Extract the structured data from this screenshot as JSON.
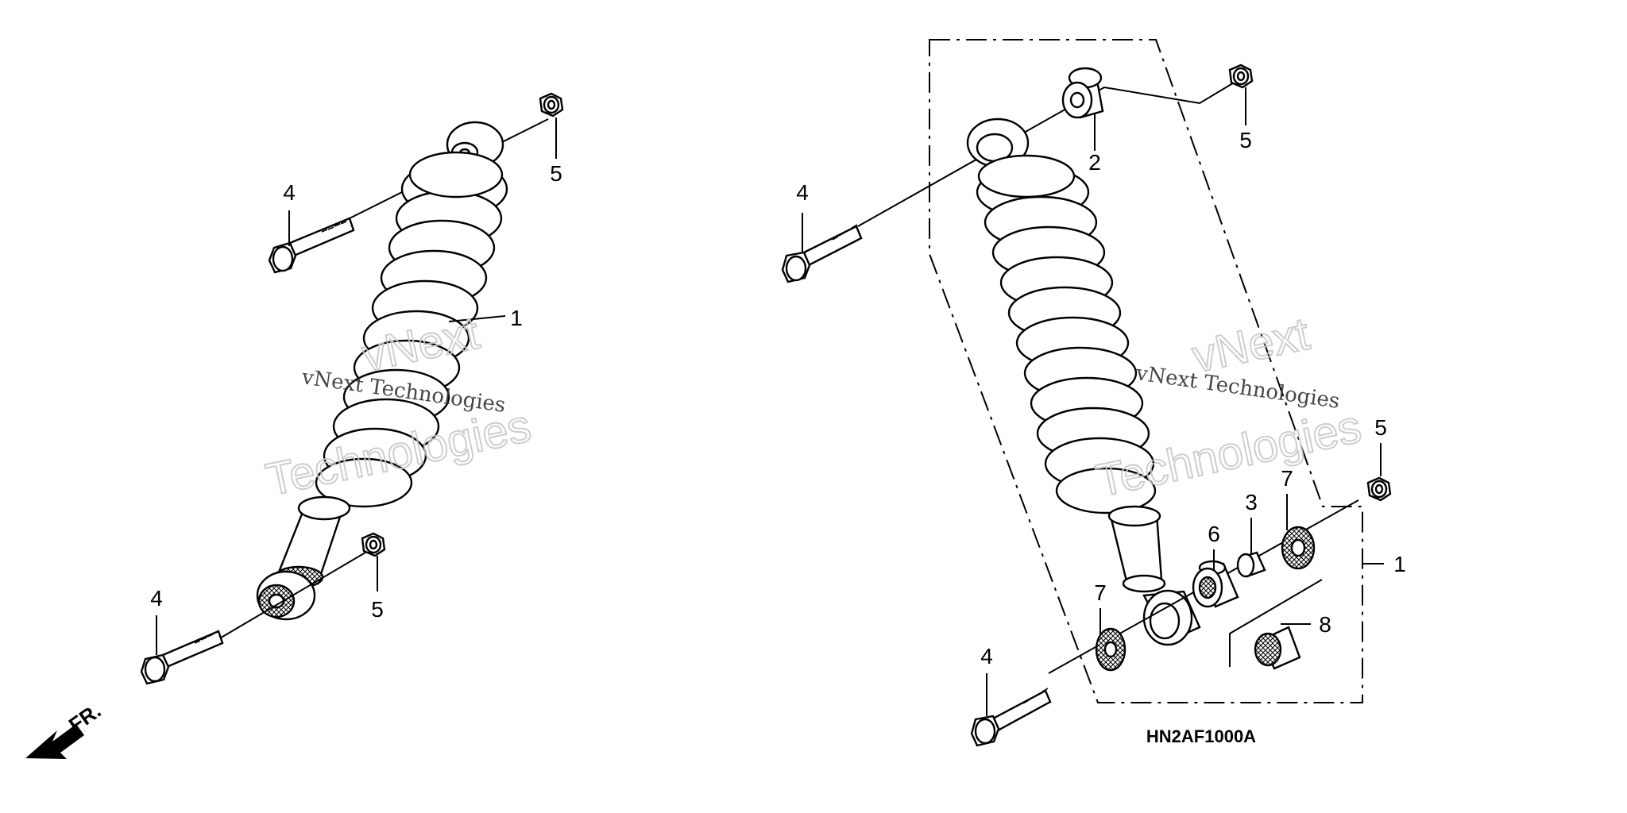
{
  "diagram_code": "HN2AF1000A",
  "front_arrow_label": "FR.",
  "watermark": {
    "line1": "vNext Technologies",
    "line2": "vNext",
    "line3": "Technologies"
  },
  "left_assembly": {
    "callouts": {
      "shock": "1",
      "bolt_upper": "4",
      "bolt_lower": "4",
      "nut_upper": "5",
      "nut_lower": "5"
    }
  },
  "right_assembly": {
    "callouts": {
      "shock": "2",
      "bolt_upper": "4",
      "bolt_lower": "4",
      "nut_upper": "5",
      "nut_lower": "5",
      "kit": "1",
      "collar": "3",
      "bearing": "6",
      "seal_left": "7",
      "seal_right": "7",
      "bearing_set": "8"
    }
  },
  "colors": {
    "line": "#000000",
    "watermark": "#c9c9c9",
    "background": "#ffffff"
  }
}
